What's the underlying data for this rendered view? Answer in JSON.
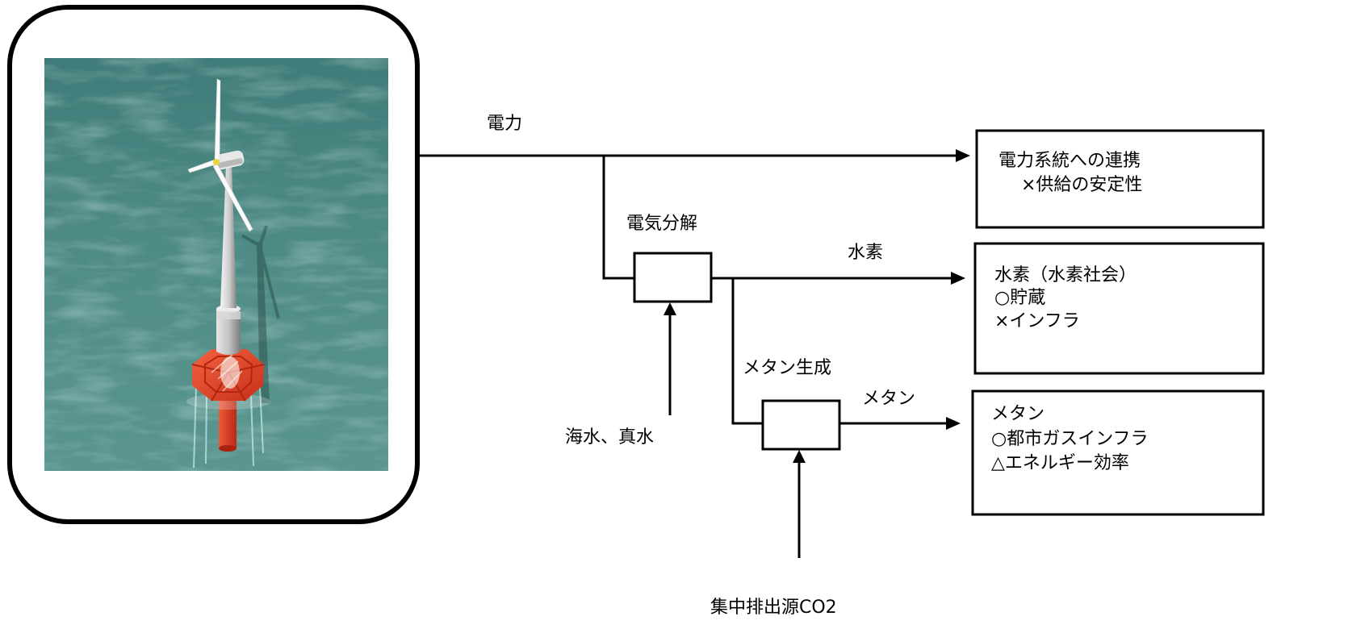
{
  "diagram": {
    "edges": {
      "power": "電力",
      "electrolysis": "電気分解",
      "hydrogen": "水素",
      "water_input": "海水、真水",
      "methanation": "メタン生成",
      "methane": "メタン",
      "co2_input": "集中排出源CO2"
    },
    "boxes": {
      "grid": {
        "lines": [
          "電力系統への連携",
          "×供給の安定性"
        ]
      },
      "hydrogen": {
        "lines": [
          "水素（水素社会）",
          "○貯蔵",
          "×インフラ"
        ]
      },
      "methane": {
        "lines": [
          "メタン",
          "○都市ガスインフラ",
          "△エネルギー効率"
        ]
      }
    }
  },
  "colors": {
    "line": "#000000",
    "sea": "#4d8884",
    "float": "#e8432c",
    "tower": "#d9d9d9"
  }
}
